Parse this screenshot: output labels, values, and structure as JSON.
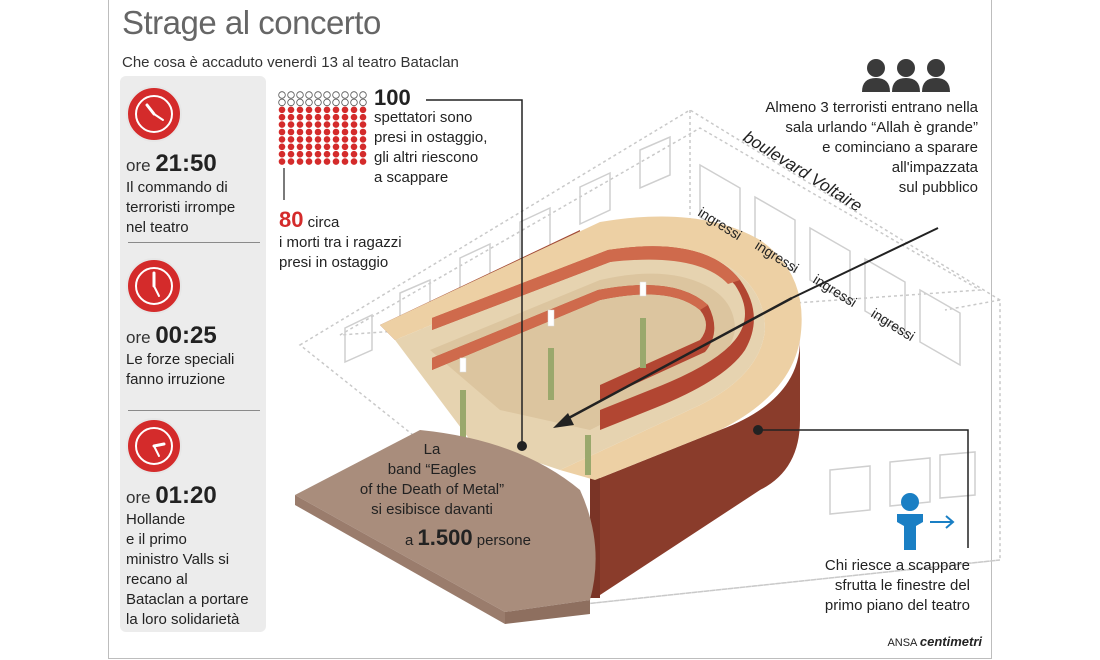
{
  "header": {
    "title": "Strage al concerto",
    "subtitle": "Che cosa è accaduto venerdì 13 al teatro Bataclan"
  },
  "timeline": [
    {
      "prefix": "ore",
      "time": "21:50",
      "lines": [
        "Il commando di",
        "terroristi irrompe",
        "nel teatro"
      ]
    },
    {
      "prefix": "ore",
      "time": "00:25",
      "lines": [
        "Le forze speciali",
        "fanno irruzione"
      ]
    },
    {
      "prefix": "ore",
      "time": "01:20",
      "lines": [
        "Hollande",
        "e il primo",
        "ministro Valls si",
        "recano al",
        "Bataclan a portare",
        "la loro solidarietà"
      ]
    }
  ],
  "hostages": {
    "count": "100",
    "lines": [
      "spettatori sono",
      "presi in ostaggio,",
      "gli altri riescono",
      "a scappare"
    ],
    "grid_total": 100,
    "grid_red": 80
  },
  "dead": {
    "count": "80",
    "suffix": "circa",
    "lines": [
      "i morti tra i ragazzi",
      "presi in ostaggio"
    ]
  },
  "terrorists": {
    "lines": [
      "Almeno 3 terroristi entrano nella",
      "sala urlando “Allah è grande”",
      "e cominciano a sparare",
      "all'impazzata",
      "sul pubblico"
    ],
    "icon": "three-people-icon"
  },
  "street": "boulevard Voltaire",
  "entrances": [
    "ingressi",
    "ingressi",
    "ingressi",
    "ingressi"
  ],
  "band": {
    "lines": [
      "La",
      "band “Eagles",
      "of the Death of Metal”",
      "si esibisce davanti"
    ],
    "prefix": "a",
    "count": "1.500",
    "suffix": "persone"
  },
  "escape": {
    "lines": [
      "Chi riesce a scappare",
      "sfrutta le finestre del",
      "primo piano del teatro"
    ],
    "icon": "person-exit-icon"
  },
  "credit": {
    "agency": "ANSA",
    "brand": "centimetri"
  },
  "colors": {
    "accent": "#d42b2b",
    "wall": "#9c4a36",
    "balcony": "#b44a38",
    "floor": "#e8d3b1",
    "stage": "#a98d7c",
    "person": "#1a7fc4"
  }
}
